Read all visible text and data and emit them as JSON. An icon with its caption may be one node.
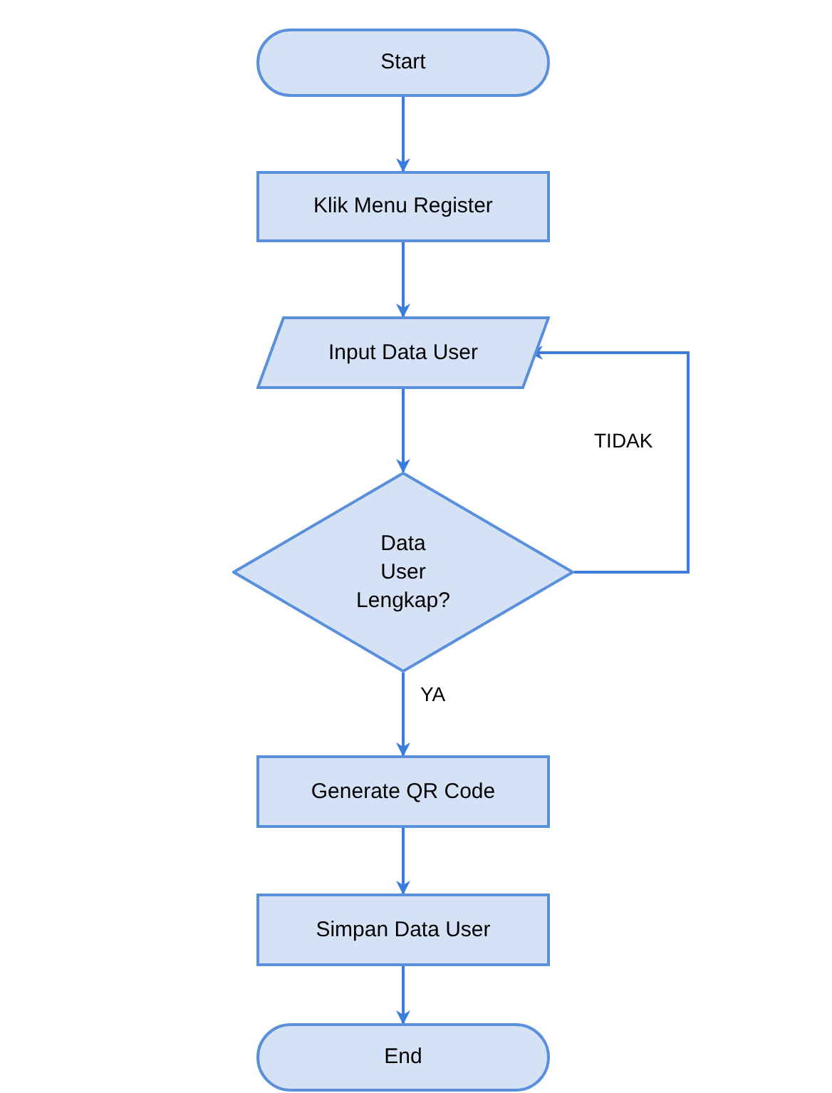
{
  "diagram": {
    "nodes": [
      {
        "text": [
          "Start"
        ]
      },
      {
        "text": [
          "Klik Menu Register"
        ]
      },
      {
        "text": [
          "Input Data User"
        ]
      },
      {
        "text": [
          "Data User Lengkap?"
        ]
      },
      {
        "text": [
          "Generate QR Code"
        ]
      },
      {
        "text": [
          "Simpan Data User"
        ]
      },
      {
        "text": [
          "End"
        ]
      }
    ],
    "edges": [
      {
        "from": 0,
        "to": 1,
        "arrow": "to"
      },
      {
        "from": 1,
        "to": 2,
        "arrow": "to"
      },
      {
        "from": 2,
        "to": 3,
        "arrow": "to"
      },
      {
        "from": 3,
        "to": 4,
        "arrow": "to",
        "label": "YA"
      },
      {
        "from": 3,
        "to": 2,
        "arrow": "to",
        "label": "TIDAK"
      },
      {
        "from": 4,
        "to": 5,
        "arrow": "to"
      },
      {
        "from": 5,
        "to": 6,
        "arrow": "to"
      }
    ]
  }
}
